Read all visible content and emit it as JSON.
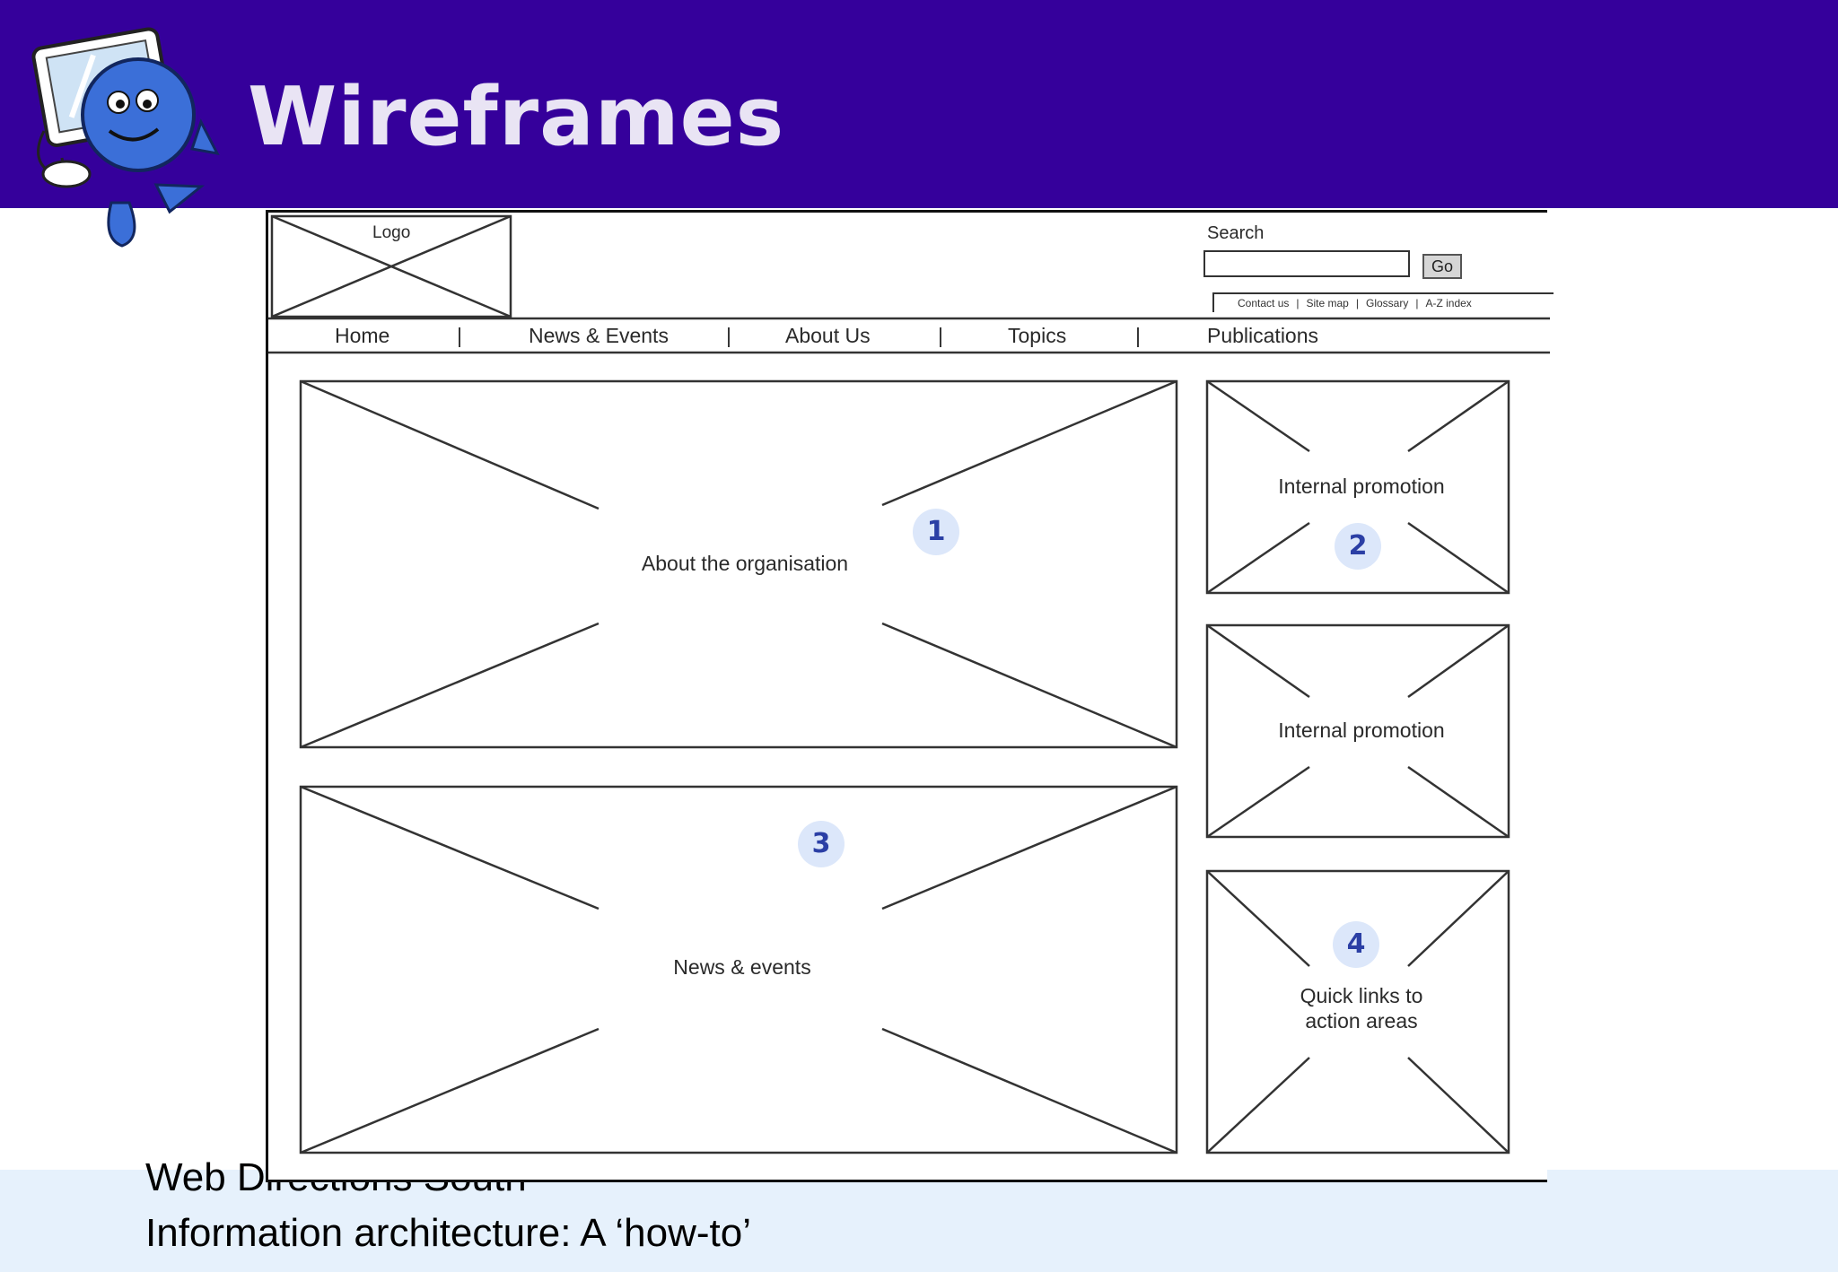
{
  "slide": {
    "title": "Wireframes",
    "footer_line1": "Web Directions South",
    "footer_line2": "Information architecture: A ‘how-to’"
  },
  "wireframe": {
    "logo_label": "Logo",
    "search_label": "Search",
    "go_label": "Go",
    "utility_links": [
      "Contact us",
      "Site map",
      "Glossary",
      "A-Z index"
    ],
    "nav": [
      "Home",
      "News & Events",
      "About Us",
      "Topics",
      "Publications"
    ],
    "boxes": {
      "about": "About the organisation",
      "promo1": "Internal promotion",
      "promo2": "Internal promotion",
      "news": "News & events",
      "quick_line1": "Quick links to",
      "quick_line2": "action areas"
    },
    "badges": [
      "1",
      "2",
      "3",
      "4"
    ]
  },
  "colors": {
    "header": "#35009b",
    "title": "#e9e4f4",
    "footer": "#e6f1fc",
    "badge_fill": "#dce7fa",
    "badge_text": "#2b3fa5"
  },
  "icons": [
    "mascot-computer-icon"
  ]
}
